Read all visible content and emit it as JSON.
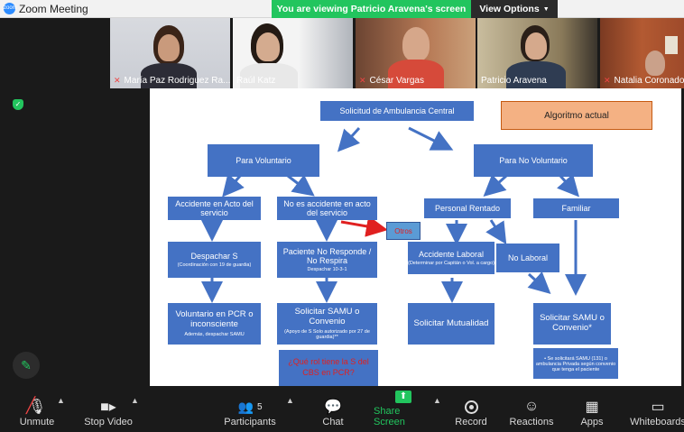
{
  "window": {
    "title": "Zoom Meeting",
    "app_icon_label": "zoom"
  },
  "banner": {
    "viewing_text": "You are viewing Patricio Aravena's screen",
    "view_options_label": "View Options"
  },
  "participants_strip": [
    {
      "name": "María Paz Rodriguez Ra...",
      "muted": true
    },
    {
      "name": "Raúl Katz",
      "muted": false
    },
    {
      "name": "César Vargas",
      "muted": true
    },
    {
      "name": "Patricio Aravena",
      "muted": false,
      "active_speaker": true
    },
    {
      "name": "Natalia Coronado",
      "muted": true
    }
  ],
  "slide": {
    "top": "Solicitud de Ambulancia Central",
    "legend": "Algoritmo actual",
    "voluntario": "Para Voluntario",
    "no_voluntario": "Para No Voluntario",
    "accidente_acto": "Accidente en Acto del servicio",
    "no_accidente": "No es accidente en acto del servicio",
    "personal_rentado": "Personal Rentado",
    "familiar": "Familiar",
    "otros": "Otros",
    "despachar": "Despachar S",
    "despachar_sub": "(Coordinación con 19 de guardia)",
    "no_responde": "Paciente No Responde / No Respira",
    "no_responde_sub": "Despachar 10-3-1",
    "accidente_laboral": "Accidente Laboral",
    "accidente_laboral_sub": "(Determinar por Capitán o Vol. a cargo)",
    "no_laboral": "No Laboral",
    "voluntario_pcr": "Voluntario en PCR o inconsciente",
    "voluntario_pcr_sub": "Además, despachar SAMU",
    "solicitar_samu": "Solicitar SAMU o Convenio",
    "solicitar_samu_sub": "(Apoyo de S Solo autorizado por 27 de guardia)**",
    "mutualidad": "Solicitar Mutualidad",
    "samu_convenio": "Solicitar SAMU o Convenio*",
    "samu_convenio_sub": "• Se solicitará SAMU (131) o ambulancia Privada según convenio que tenga el paciente",
    "question": "¿Qué rol tiene la S del CBS en PCR?"
  },
  "toolbar": {
    "unmute": "Unmute",
    "stop_video": "Stop Video",
    "participants": "Participants",
    "participants_count": "5",
    "chat": "Chat",
    "share_screen": "Share Screen",
    "record": "Record",
    "reactions": "Reactions",
    "apps": "Apps",
    "whiteboards": "Whiteboards"
  },
  "colors": {
    "accent_green": "#22c55e",
    "slide_box": "#4472c4",
    "muted_red": "#ef4444"
  }
}
